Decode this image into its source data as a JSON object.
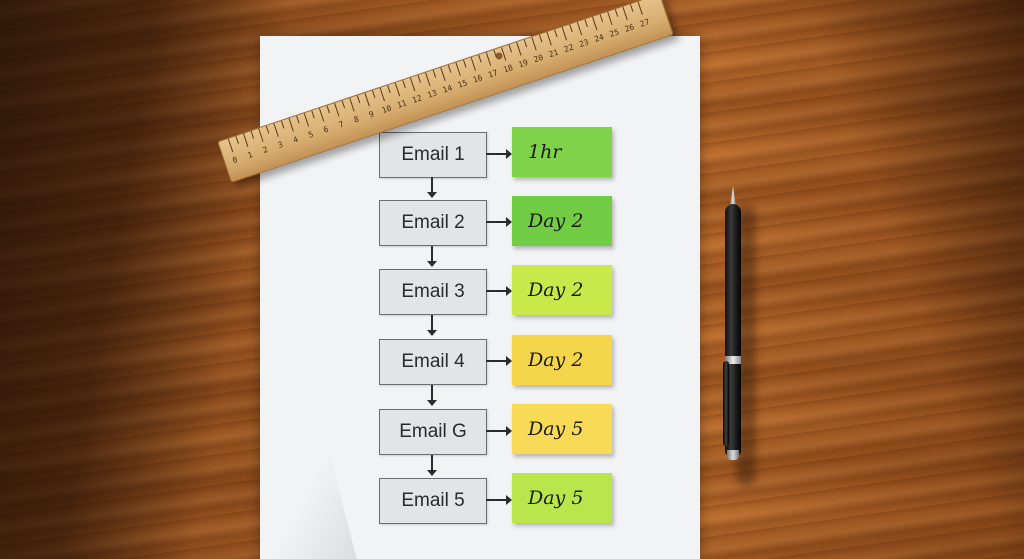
{
  "flow": {
    "emails": [
      "Email 1",
      "Email 2",
      "Email 3",
      "Email 4",
      "Email G",
      "Email 5"
    ],
    "notes": [
      {
        "label": "1hr",
        "color": "#7fd24a"
      },
      {
        "label": "Day 2",
        "color": "#72cc44"
      },
      {
        "label": "Day 2",
        "color": "#c9e94a"
      },
      {
        "label": "Day 2",
        "color": "#f5d64a"
      },
      {
        "label": "Day 5",
        "color": "#f8da56"
      },
      {
        "label": "Day 5",
        "color": "#b9e64a"
      }
    ]
  },
  "ruler": {
    "numbers": [
      "0",
      "1",
      "2",
      "3",
      "4",
      "5",
      "6",
      "7",
      "8",
      "9",
      "10",
      "11",
      "12",
      "13",
      "14",
      "15",
      "16",
      "17",
      "18",
      "19",
      "20",
      "21",
      "22",
      "23",
      "24",
      "25",
      "26",
      "27"
    ]
  },
  "colors": {
    "desk": "#a85f26",
    "paper": "#f2f3f5",
    "ruler": "#d7ad70",
    "pen": "#111111"
  }
}
